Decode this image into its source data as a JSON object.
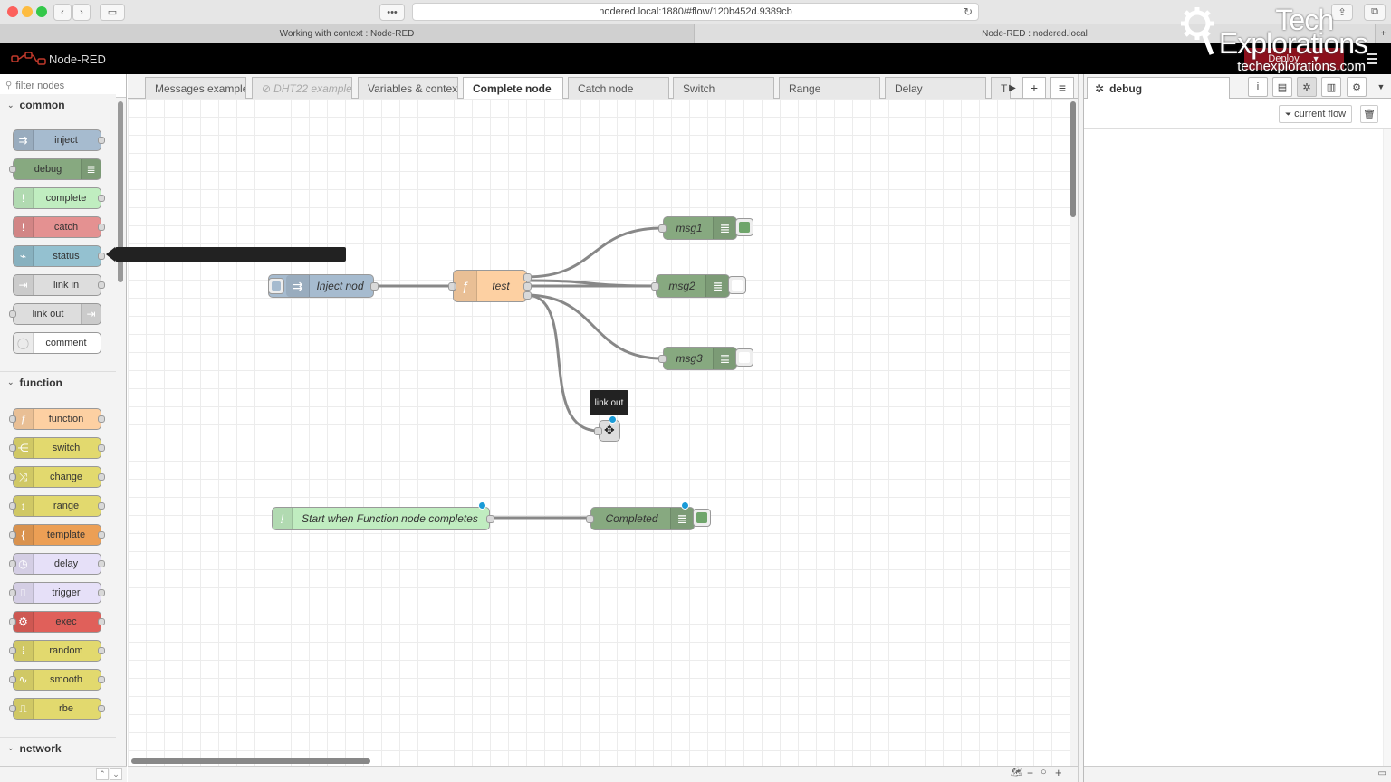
{
  "browser": {
    "url": "nodered.local:1880/#flow/120b452d.9389cb",
    "tabs": [
      "Working with context : Node-RED",
      "Node-RED : nodered.local"
    ],
    "more": "•••"
  },
  "watermark": {
    "line1": "Tech",
    "line2": "Explorations",
    "line3": "techexplorations.com"
  },
  "header": {
    "title": "Node-RED",
    "deploy_label": "Deploy"
  },
  "palette": {
    "search_placeholder": "filter nodes",
    "categories": [
      {
        "label": "common",
        "nodes": [
          {
            "label": "inject",
            "color": "#a6bbcf"
          },
          {
            "label": "debug",
            "color": "#87a980"
          },
          {
            "label": "complete",
            "color": "#c0edc0"
          },
          {
            "label": "catch",
            "color": "#e49191"
          },
          {
            "label": "status",
            "color": "#94c1d0"
          },
          {
            "label": "link in",
            "color": "#dddddd"
          },
          {
            "label": "link out",
            "color": "#dddddd"
          },
          {
            "label": "comment",
            "color": "#ffffff"
          }
        ]
      },
      {
        "label": "function",
        "nodes": [
          {
            "label": "function",
            "color": "#fdd0a2"
          },
          {
            "label": "switch",
            "color": "#e2d96e"
          },
          {
            "label": "change",
            "color": "#e2d96e"
          },
          {
            "label": "range",
            "color": "#e2d96e"
          },
          {
            "label": "template",
            "color": "#ec9f55"
          },
          {
            "label": "delay",
            "color": "#e6e0f8"
          },
          {
            "label": "trigger",
            "color": "#e6e0f8"
          },
          {
            "label": "exec",
            "color": "#e0605a"
          },
          {
            "label": "random",
            "color": "#e2d96e"
          },
          {
            "label": "smooth",
            "color": "#e2d96e"
          },
          {
            "label": "rbe",
            "color": "#e2d96e"
          }
        ]
      },
      {
        "label": "network",
        "nodes": []
      }
    ]
  },
  "workspace": {
    "tabs": [
      {
        "label": "Messages examples",
        "state": "normal"
      },
      {
        "label": "DHT22 example",
        "state": "disabled"
      },
      {
        "label": "Variables & context e",
        "state": "normal"
      },
      {
        "label": "Complete node",
        "state": "active"
      },
      {
        "label": "Catch node",
        "state": "normal"
      },
      {
        "label": "Switch",
        "state": "normal"
      },
      {
        "label": "Range",
        "state": "normal"
      },
      {
        "label": "Delay",
        "state": "normal"
      },
      {
        "label": "T",
        "state": "normal"
      }
    ],
    "flow_nodes": {
      "inject": "Inject nod",
      "function": "test",
      "msg1": "msg1",
      "msg2": "msg2",
      "msg3": "msg3",
      "complete": "Start when Function node completes",
      "completed": "Completed"
    },
    "tooltip": "link out"
  },
  "sidebar": {
    "tab_label": "debug",
    "filter_label": "current flow"
  }
}
